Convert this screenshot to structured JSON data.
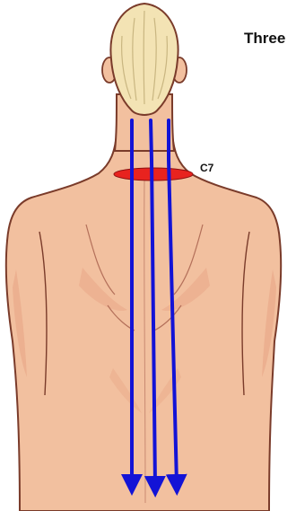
{
  "title": "Three",
  "vertebra_label": "C7",
  "colors": {
    "skin": "#f2c09f",
    "skin_shadow": "#e9a98a",
    "outline": "#7a3b2a",
    "hair": "#f3e3b4",
    "hair_line": "#c9b681",
    "arrow": "#1313d6",
    "marker": "#e8231f"
  },
  "arrows": {
    "count": 3
  }
}
